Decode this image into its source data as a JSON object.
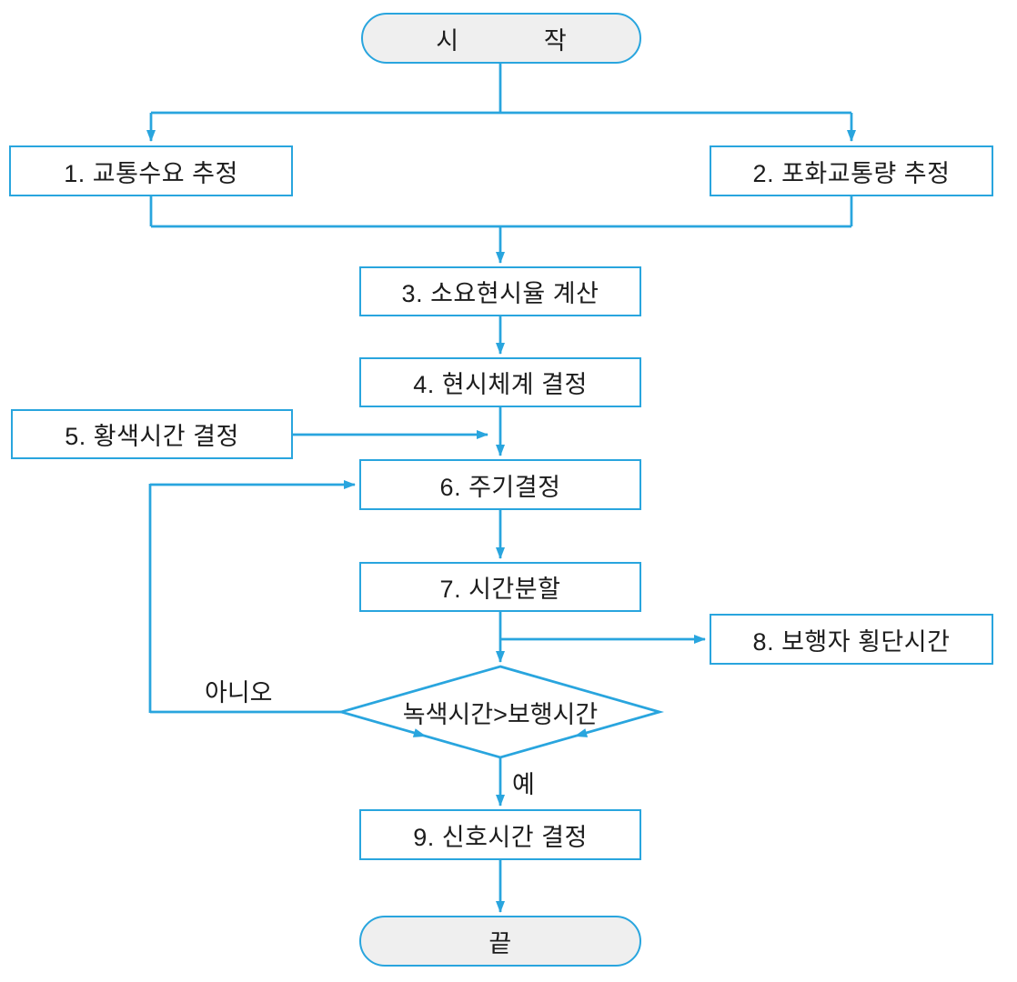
{
  "diagram": {
    "type": "flowchart",
    "language": "ko",
    "colors": {
      "line": "#29a5de",
      "terminal_fill": "#efefef",
      "process_fill": "#ffffff",
      "text": "#1c1c1c"
    },
    "nodes": {
      "start": {
        "label": "시 작"
      },
      "steps": [
        {
          "id": "1",
          "label": "1. 교통수요 추정"
        },
        {
          "id": "2",
          "label": "2. 포화교통량 추정"
        },
        {
          "id": "3",
          "label": "3. 소요현시율 계산"
        },
        {
          "id": "4",
          "label": "4. 현시체계 결정"
        },
        {
          "id": "5",
          "label": "5. 황색시간 결정"
        },
        {
          "id": "6",
          "label": "6. 주기결정"
        },
        {
          "id": "7",
          "label": "7. 시간분할"
        },
        {
          "id": "8",
          "label": "8. 보행자 횡단시간"
        },
        {
          "id": "9",
          "label": "9. 신호시간 결정"
        }
      ],
      "decision": {
        "label": "녹색시간>보행시간"
      },
      "end": {
        "label": "끝"
      }
    },
    "edge_labels": {
      "no": "아니오",
      "yes": "예"
    }
  }
}
